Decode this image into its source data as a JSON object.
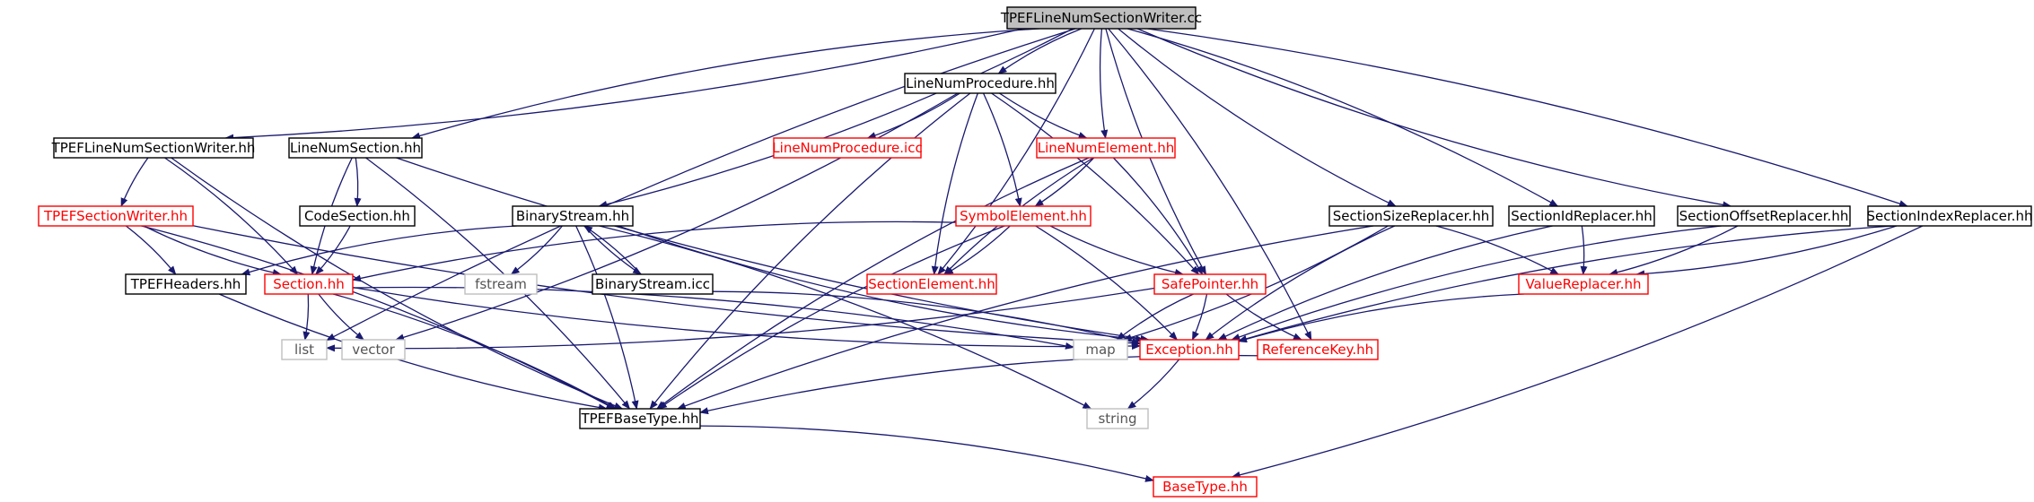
{
  "diagram": {
    "nodes": [
      {
        "id": "root",
        "label": "TPEFLineNumSectionWriter.cc",
        "kind": "root"
      },
      {
        "id": "lnp_hh",
        "label": "LineNumProcedure.hh",
        "kind": "normal"
      },
      {
        "id": "tpef_writer_hh",
        "label": "TPEFLineNumSectionWriter.hh",
        "kind": "normal"
      },
      {
        "id": "lns_hh",
        "label": "LineNumSection.hh",
        "kind": "normal"
      },
      {
        "id": "lnp_icc",
        "label": "LineNumProcedure.icc",
        "kind": "red"
      },
      {
        "id": "lne_hh",
        "label": "LineNumElement.hh",
        "kind": "red"
      },
      {
        "id": "tpef_sw_hh",
        "label": "TPEFSectionWriter.hh",
        "kind": "red"
      },
      {
        "id": "code_hh",
        "label": "CodeSection.hh",
        "kind": "normal"
      },
      {
        "id": "bs_hh",
        "label": "BinaryStream.hh",
        "kind": "normal"
      },
      {
        "id": "sym_hh",
        "label": "SymbolElement.hh",
        "kind": "red"
      },
      {
        "id": "ssr_hh",
        "label": "SectionSizeReplacer.hh",
        "kind": "normal"
      },
      {
        "id": "sir_hh",
        "label": "SectionIdReplacer.hh",
        "kind": "normal"
      },
      {
        "id": "sor_hh",
        "label": "SectionOffsetReplacer.hh",
        "kind": "normal"
      },
      {
        "id": "sxr_hh",
        "label": "SectionIndexReplacer.hh",
        "kind": "normal"
      },
      {
        "id": "tpefh_hh",
        "label": "TPEFHeaders.hh",
        "kind": "normal"
      },
      {
        "id": "sec_hh",
        "label": "Section.hh",
        "kind": "red"
      },
      {
        "id": "fstream",
        "label": "fstream",
        "kind": "system"
      },
      {
        "id": "bs_icc",
        "label": "BinaryStream.icc",
        "kind": "normal"
      },
      {
        "id": "se_hh",
        "label": "SectionElement.hh",
        "kind": "red"
      },
      {
        "id": "sp_hh",
        "label": "SafePointer.hh",
        "kind": "red"
      },
      {
        "id": "vr_hh",
        "label": "ValueReplacer.hh",
        "kind": "red"
      },
      {
        "id": "list",
        "label": "list",
        "kind": "system"
      },
      {
        "id": "vector",
        "label": "vector",
        "kind": "system"
      },
      {
        "id": "map",
        "label": "map",
        "kind": "system"
      },
      {
        "id": "exc_hh",
        "label": "Exception.hh",
        "kind": "red"
      },
      {
        "id": "rk_hh",
        "label": "ReferenceKey.hh",
        "kind": "red"
      },
      {
        "id": "string",
        "label": "string",
        "kind": "system"
      },
      {
        "id": "tbt_hh",
        "label": "TPEFBaseType.hh",
        "kind": "normal"
      },
      {
        "id": "bt_hh",
        "label": "BaseType.hh",
        "kind": "red"
      }
    ],
    "edges": [
      [
        "root",
        "lnp_hh"
      ],
      [
        "root",
        "tpef_writer_hh"
      ],
      [
        "root",
        "lns_hh"
      ],
      [
        "root",
        "bs_hh"
      ],
      [
        "root",
        "lne_hh"
      ],
      [
        "root",
        "se_hh"
      ],
      [
        "root",
        "sp_hh"
      ],
      [
        "root",
        "rk_hh"
      ],
      [
        "root",
        "ssr_hh"
      ],
      [
        "root",
        "sir_hh"
      ],
      [
        "root",
        "sor_hh"
      ],
      [
        "root",
        "sxr_hh"
      ],
      [
        "root",
        "list"
      ],
      [
        "lnp_hh",
        "lnp_icc"
      ],
      [
        "lnp_hh",
        "lne_hh"
      ],
      [
        "lnp_hh",
        "sym_hh"
      ],
      [
        "lnp_hh",
        "se_hh"
      ],
      [
        "lnp_hh",
        "sp_hh"
      ],
      [
        "lnp_hh",
        "tbt_hh"
      ],
      [
        "lnp_hh",
        "vector"
      ],
      [
        "tpef_writer_hh",
        "tpef_sw_hh"
      ],
      [
        "tpef_writer_hh",
        "sec_hh"
      ],
      [
        "tpef_writer_hh",
        "tbt_hh"
      ],
      [
        "lns_hh",
        "code_hh"
      ],
      [
        "lns_hh",
        "sec_hh"
      ],
      [
        "lns_hh",
        "tbt_hh"
      ],
      [
        "lns_hh",
        "exc_hh"
      ],
      [
        "lne_hh",
        "sym_hh"
      ],
      [
        "lne_hh",
        "se_hh"
      ],
      [
        "lne_hh",
        "sp_hh"
      ],
      [
        "lne_hh",
        "tbt_hh"
      ],
      [
        "tpef_sw_hh",
        "tpefh_hh"
      ],
      [
        "tpef_sw_hh",
        "sec_hh"
      ],
      [
        "tpef_sw_hh",
        "tbt_hh"
      ],
      [
        "tpef_sw_hh",
        "exc_hh"
      ],
      [
        "code_hh",
        "sec_hh"
      ],
      [
        "bs_hh",
        "tpefh_hh"
      ],
      [
        "bs_hh",
        "fstream"
      ],
      [
        "bs_hh",
        "bs_icc"
      ],
      [
        "bs_hh",
        "tbt_hh"
      ],
      [
        "bs_hh",
        "exc_hh"
      ],
      [
        "bs_hh",
        "string"
      ],
      [
        "bs_icc",
        "bs_hh"
      ],
      [
        "bs_icc",
        "exc_hh"
      ],
      [
        "sym_hh",
        "sec_hh"
      ],
      [
        "sym_hh",
        "se_hh"
      ],
      [
        "sym_hh",
        "sp_hh"
      ],
      [
        "sym_hh",
        "exc_hh"
      ],
      [
        "sym_hh",
        "tbt_hh"
      ],
      [
        "sec_hh",
        "list"
      ],
      [
        "sec_hh",
        "vector"
      ],
      [
        "sec_hh",
        "map"
      ],
      [
        "sec_hh",
        "exc_hh"
      ],
      [
        "sec_hh",
        "tbt_hh"
      ],
      [
        "tpefh_hh",
        "tbt_hh"
      ],
      [
        "sp_hh",
        "list"
      ],
      [
        "sp_hh",
        "map"
      ],
      [
        "sp_hh",
        "exc_hh"
      ],
      [
        "sp_hh",
        "rk_hh"
      ],
      [
        "ssr_hh",
        "vr_hh"
      ],
      [
        "ssr_hh",
        "exc_hh"
      ],
      [
        "ssr_hh",
        "map"
      ],
      [
        "ssr_hh",
        "tbt_hh"
      ],
      [
        "sir_hh",
        "vr_hh"
      ],
      [
        "sir_hh",
        "exc_hh"
      ],
      [
        "sor_hh",
        "vr_hh"
      ],
      [
        "sor_hh",
        "exc_hh"
      ],
      [
        "sxr_hh",
        "vr_hh"
      ],
      [
        "sxr_hh",
        "exc_hh"
      ],
      [
        "sxr_hh",
        "bt_hh"
      ],
      [
        "vr_hh",
        "exc_hh"
      ],
      [
        "exc_hh",
        "string"
      ],
      [
        "rk_hh",
        "tbt_hh"
      ],
      [
        "tbt_hh",
        "bt_hh"
      ]
    ]
  },
  "colors": {
    "edge": "#191970",
    "root_fill": "#bfbfbf",
    "normal_border": "#000000",
    "red_border": "#ff0000",
    "red_text": "#ff0000",
    "system_border": "#bfbfbf",
    "system_text": "#555555",
    "text": "#000000"
  }
}
